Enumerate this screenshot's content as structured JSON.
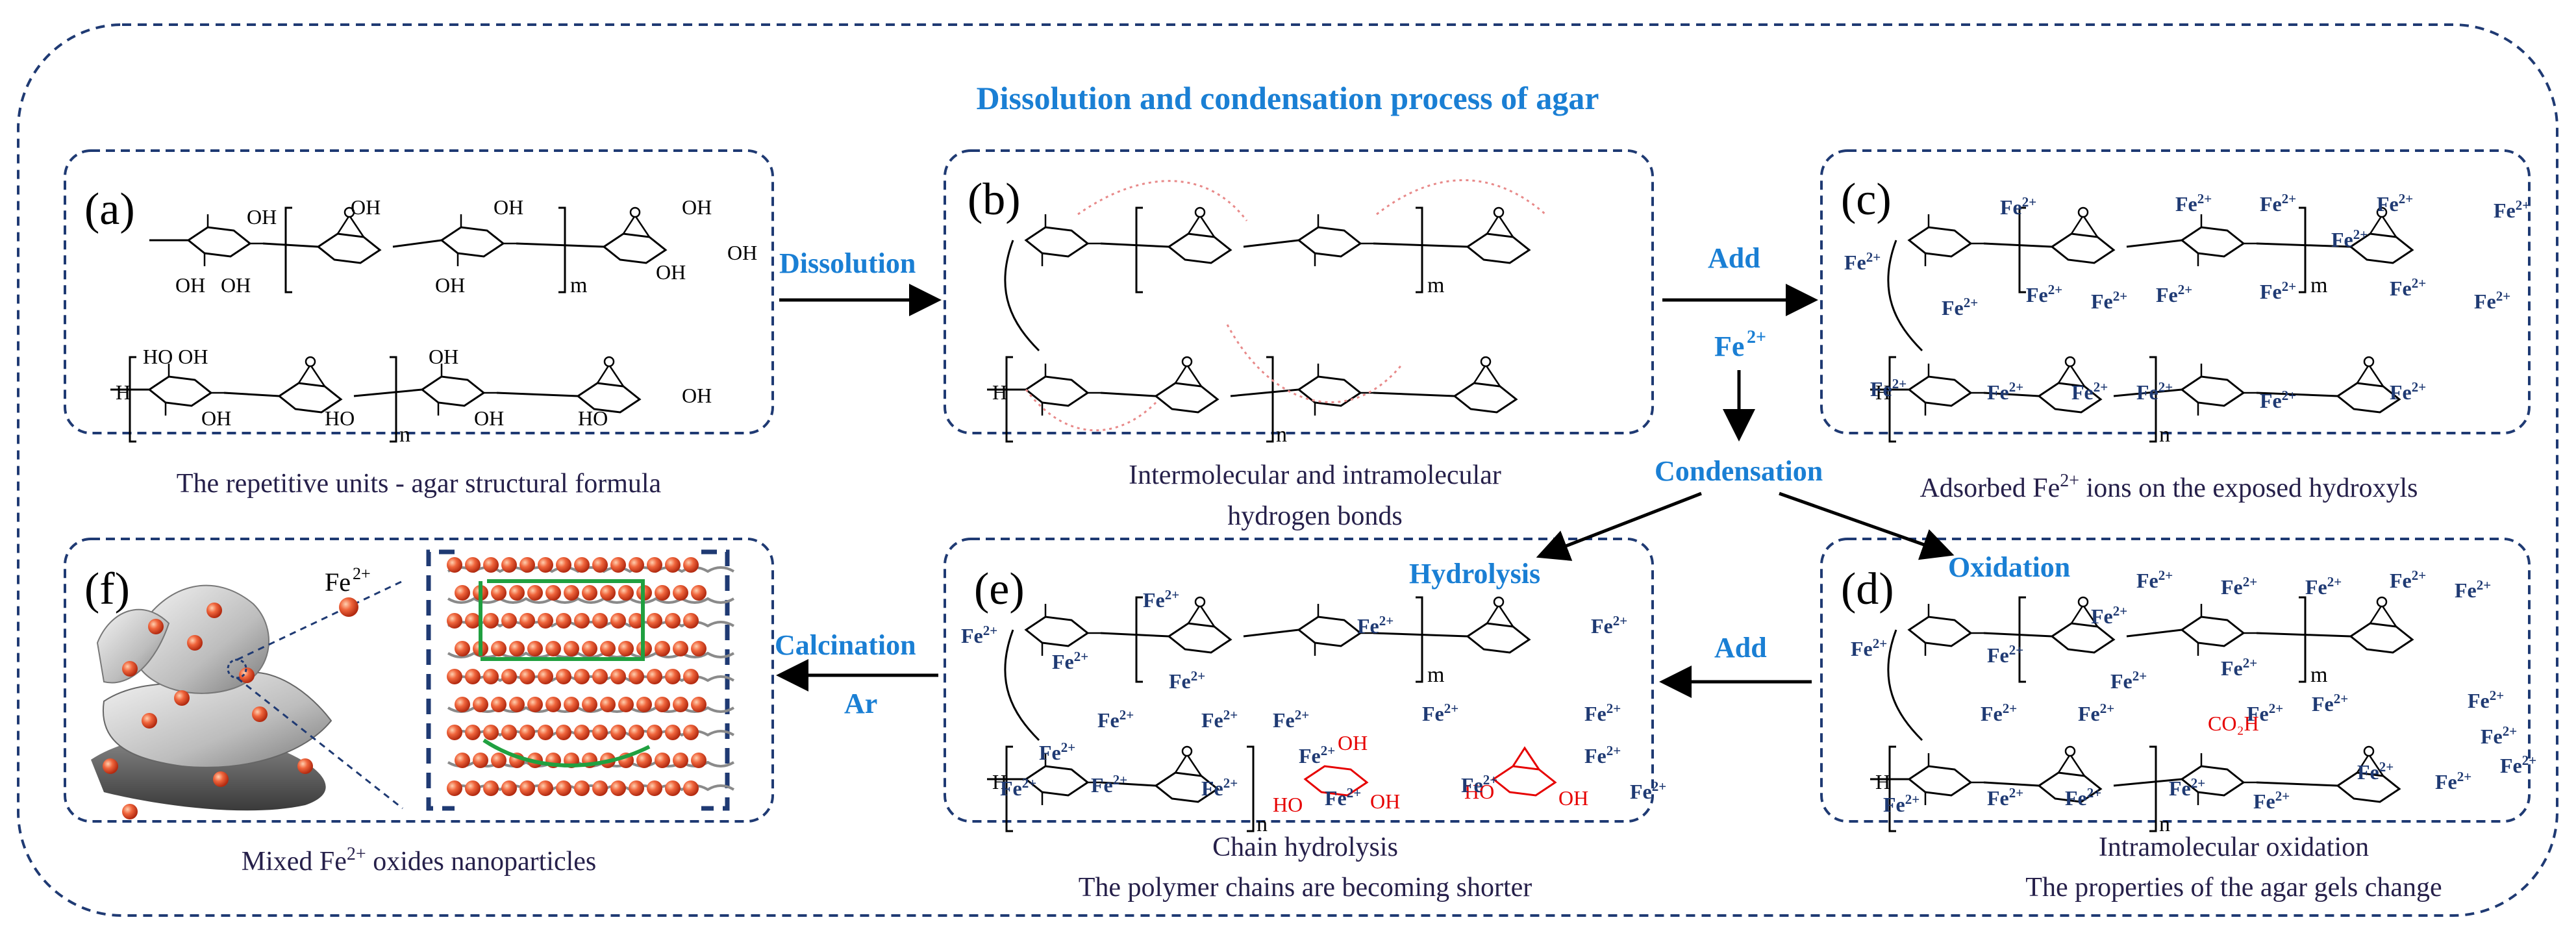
{
  "title": "Dissolution and condensation process of agar",
  "panels": {
    "a": {
      "letter": "(a)",
      "caption": "The repetitive units - agar structural formula"
    },
    "b": {
      "letter": "(b)",
      "caption_line1": "Intermolecular and  intramolecular",
      "caption_line2": "hydrogen bonds"
    },
    "c": {
      "letter": "(c)",
      "caption_pre": "Adsorbed Fe",
      "caption_sup": "2+",
      "caption_post": " ions on  the exposed hydroxyls"
    },
    "d": {
      "letter": "(d)",
      "tag": "Oxidation",
      "caption_line1": "Intramolecular oxidation",
      "caption_line2": "The properties of the agar gels change"
    },
    "e": {
      "letter": "(e)",
      "tag": "Hydrolysis",
      "caption_line1": "Chain hydrolysis",
      "caption_line2": "The polymer chains are becoming shorter"
    },
    "f": {
      "letter": "(f)",
      "legend_base": "Fe",
      "legend_sup": "2+",
      "caption_pre": "Mixed Fe",
      "caption_sup": "2+",
      "caption_post": " oxides  nanoparticles"
    }
  },
  "arrows": {
    "dissolution": "Dissolution",
    "add_top": "Add",
    "fe_base": "Fe",
    "fe_sup": "2+",
    "condensation": "Condensation",
    "add_bottom": "Add",
    "calcination": "Calcination",
    "ar": "Ar"
  },
  "chem": {
    "OH": "OH",
    "HO": "HO",
    "H": "H",
    "m": "m",
    "n": "n",
    "O": "O",
    "HOOH": "HO OH",
    "CO2H": "CO₂H",
    "fe_label": "Fe",
    "fe_sup": "2+"
  },
  "colors": {
    "frame": "#1f3a73",
    "accent_blue": "#1a7fd4",
    "ion_text": "#1f3a73",
    "caption_text": "#26204a",
    "red": "#e60000",
    "hbond": "#e88a8a",
    "ball": "#e8542e",
    "ball_edge": "#c0392b",
    "chain": "#8a8a8a",
    "green": "#20a040",
    "sheet": "#bcbcbc"
  }
}
